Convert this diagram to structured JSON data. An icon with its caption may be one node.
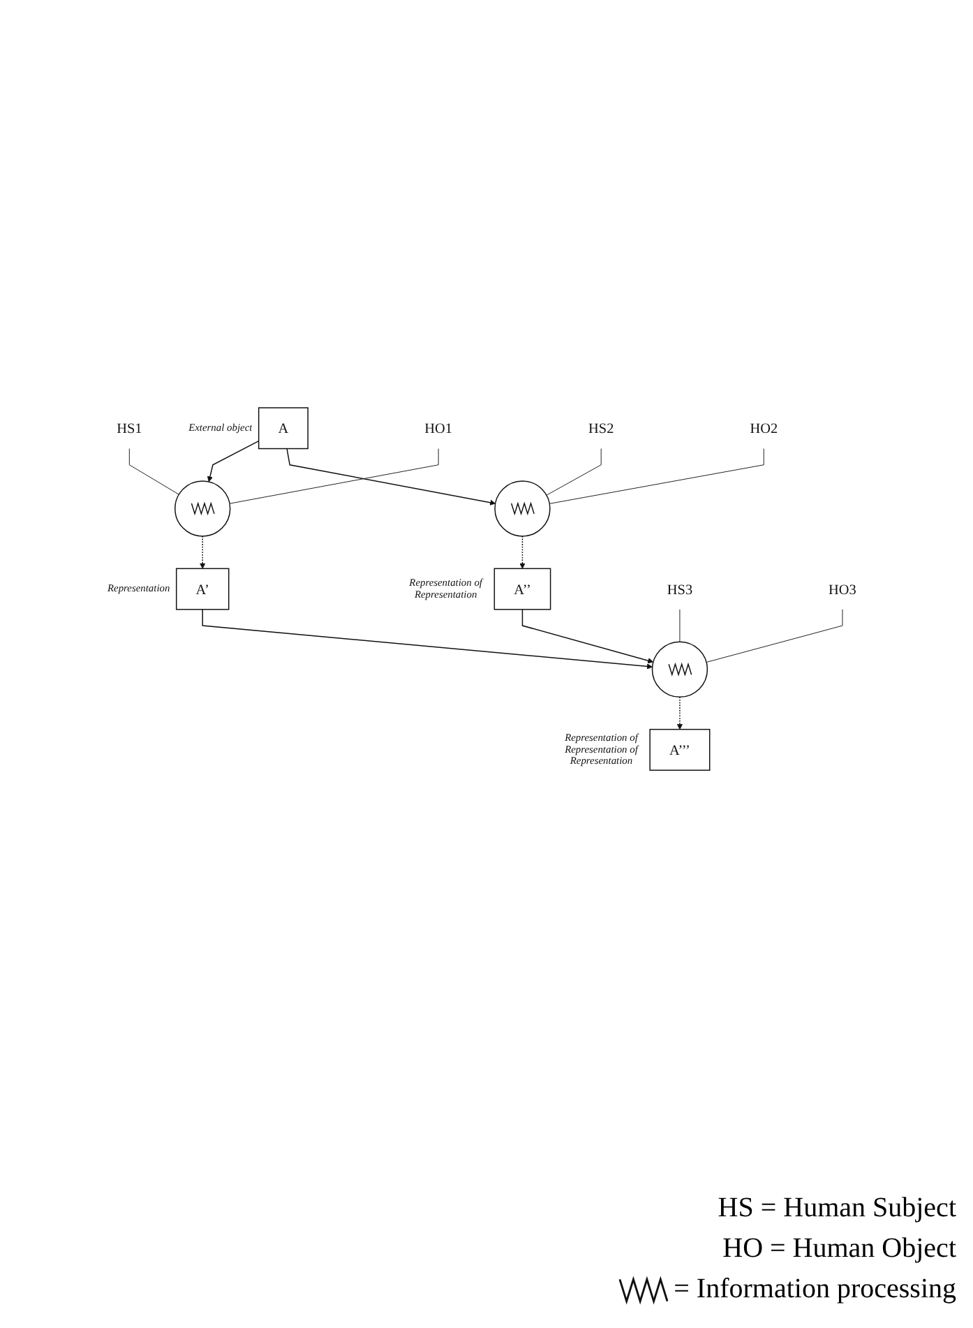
{
  "diagram": {
    "nodes": [
      {
        "text": [
          "A"
        ],
        "beside": [
          "External object"
        ]
      },
      {
        "text": [
          "HS1"
        ]
      },
      {
        "text": [],
        "shape": "circle"
      },
      {
        "text": [
          "HO1"
        ]
      },
      {
        "text": [
          "A’"
        ],
        "beside": [
          "Representation"
        ]
      },
      {
        "text": [
          "HS2"
        ]
      },
      {
        "text": [],
        "shape": "circle"
      },
      {
        "text": [
          "HO2"
        ]
      },
      {
        "text": [
          "A’’"
        ],
        "beside": [
          "Representation of Representation"
        ]
      },
      {
        "text": [
          "HS3"
        ]
      },
      {
        "text": [],
        "shape": "circle"
      },
      {
        "text": [
          "HO3"
        ]
      },
      {
        "text": [
          "A’’’"
        ],
        "beside": [
          "Representation of Representation of Representation"
        ]
      }
    ],
    "edges": [
      {
        "from": 0,
        "to": 2,
        "arrow": "to"
      },
      {
        "from": 0,
        "to": 6,
        "arrow": "to"
      },
      {
        "from": 2,
        "to": 4,
        "arrow": "to",
        "style": "dashed"
      },
      {
        "from": 4,
        "to": 10,
        "arrow": "to"
      },
      {
        "from": 6,
        "to": 8,
        "arrow": "to",
        "style": "dashed"
      },
      {
        "from": 8,
        "to": 10,
        "arrow": "to"
      },
      {
        "from": 10,
        "to": 12,
        "arrow": "to",
        "style": "dashed"
      },
      {
        "from": 1,
        "to": 2,
        "arrow": "none"
      },
      {
        "from": 3,
        "to": 2,
        "arrow": "none"
      },
      {
        "from": 5,
        "to": 6,
        "arrow": "none"
      },
      {
        "from": 7,
        "to": 6,
        "arrow": "none"
      },
      {
        "from": 9,
        "to": 10,
        "arrow": "none"
      },
      {
        "from": 11,
        "to": 10,
        "arrow": "none"
      }
    ],
    "labels": [
      "HS = Human Subject",
      "HO = Human Object"
    ],
    "legend": [
      {
        "text": "= Information processing"
      }
    ]
  }
}
